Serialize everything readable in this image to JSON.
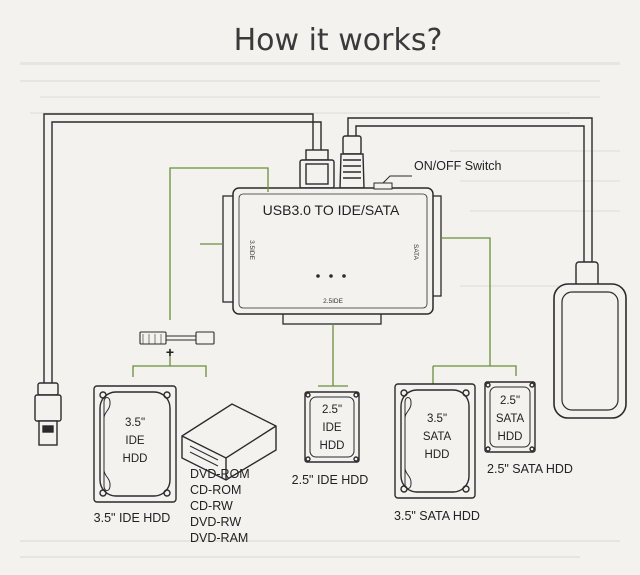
{
  "title": "How it works?",
  "adapter": {
    "name": "USB3.0 TO IDE/SATA",
    "left_port": "3.5IDE",
    "right_port": "SATA",
    "bottom_port": "2.5IDE"
  },
  "switch_label": "ON/OFF Switch",
  "power_polarity": "+",
  "devices": {
    "ide35": {
      "inner": [
        "3.5\"",
        "IDE",
        "HDD"
      ],
      "caption": "3.5\" IDE HDD"
    },
    "optical": {
      "captions": [
        "DVD-ROM",
        "CD-ROM",
        "CD-RW",
        "DVD-RW",
        "DVD-RAM"
      ]
    },
    "ide25": {
      "inner": [
        "2.5\"",
        "IDE",
        "HDD"
      ],
      "caption": "2.5\" IDE HDD"
    },
    "sata35": {
      "inner": [
        "3.5\"",
        "SATA",
        "HDD"
      ],
      "caption": "3.5\" SATA HDD"
    },
    "sata25": {
      "inner": [
        "2.5\"",
        "SATA",
        "HDD"
      ],
      "caption": "2.5\" SATA HDD"
    }
  },
  "colors": {
    "line": "#2b2b2b",
    "connector": "#6a8f3c",
    "background": "#f3f2ee"
  }
}
